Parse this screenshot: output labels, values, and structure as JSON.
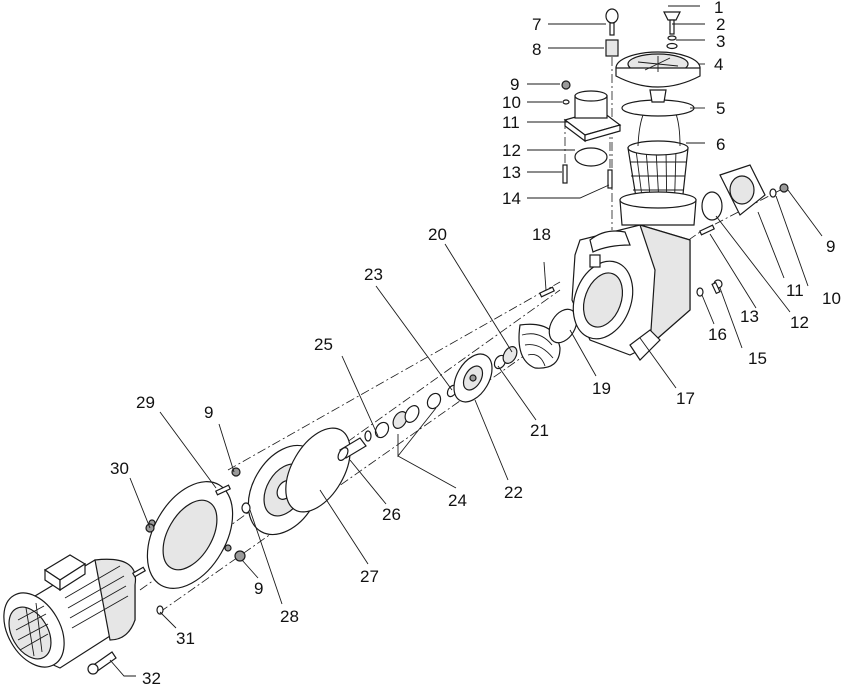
{
  "diagram": {
    "callouts": [
      {
        "id": "1",
        "label": "1"
      },
      {
        "id": "2",
        "label": "2"
      },
      {
        "id": "3",
        "label": "3"
      },
      {
        "id": "4",
        "label": "4"
      },
      {
        "id": "5",
        "label": "5"
      },
      {
        "id": "6",
        "label": "6"
      },
      {
        "id": "7",
        "label": "7"
      },
      {
        "id": "8",
        "label": "8"
      },
      {
        "id": "9a",
        "label": "9"
      },
      {
        "id": "10a",
        "label": "10"
      },
      {
        "id": "11a",
        "label": "11"
      },
      {
        "id": "12a",
        "label": "12"
      },
      {
        "id": "13a",
        "label": "13"
      },
      {
        "id": "14",
        "label": "14"
      },
      {
        "id": "9b",
        "label": "9"
      },
      {
        "id": "10b",
        "label": "10"
      },
      {
        "id": "11b",
        "label": "11"
      },
      {
        "id": "12b",
        "label": "12"
      },
      {
        "id": "13b",
        "label": "13"
      },
      {
        "id": "15",
        "label": "15"
      },
      {
        "id": "16",
        "label": "16"
      },
      {
        "id": "17",
        "label": "17"
      },
      {
        "id": "18",
        "label": "18"
      },
      {
        "id": "19",
        "label": "19"
      },
      {
        "id": "20",
        "label": "20"
      },
      {
        "id": "21",
        "label": "21"
      },
      {
        "id": "22",
        "label": "22"
      },
      {
        "id": "23",
        "label": "23"
      },
      {
        "id": "24",
        "label": "24"
      },
      {
        "id": "25",
        "label": "25"
      },
      {
        "id": "26",
        "label": "26"
      },
      {
        "id": "27",
        "label": "27"
      },
      {
        "id": "28",
        "label": "28"
      },
      {
        "id": "29",
        "label": "29"
      },
      {
        "id": "9c",
        "label": "9"
      },
      {
        "id": "9d",
        "label": "9"
      },
      {
        "id": "30",
        "label": "30"
      },
      {
        "id": "31",
        "label": "31"
      },
      {
        "id": "32",
        "label": "32"
      }
    ]
  }
}
